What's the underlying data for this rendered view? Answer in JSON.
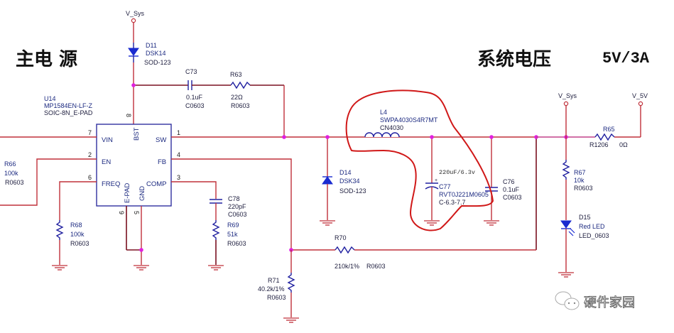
{
  "titles": {
    "left": "主电 源",
    "right_cn": "系统电压",
    "right_en": "5V/3A"
  },
  "power_ports": {
    "vsys_top": "V_Sys",
    "vsys_right": "V_Sys",
    "v5v": "V_5V"
  },
  "ic": {
    "ref": "U14",
    "part": "MP1584EN-LF-Z",
    "package": "SOIC-8N_E-PAD",
    "pins": [
      {
        "num": "7",
        "name": "VIN"
      },
      {
        "num": "2",
        "name": "EN"
      },
      {
        "num": "6",
        "name": "FREQ"
      },
      {
        "num": "1",
        "name": "SW"
      },
      {
        "num": "4",
        "name": "FB"
      },
      {
        "num": "3",
        "name": "COMP"
      },
      {
        "num": "8",
        "name": "BST"
      },
      {
        "num": "9",
        "name": "E-PAD"
      },
      {
        "num": "5",
        "name": "GND"
      }
    ]
  },
  "components": {
    "d11": {
      "ref": "D11",
      "value": "DSK14",
      "package": "SOD-123"
    },
    "c73": {
      "ref": "C73",
      "value": "0.1uF",
      "package": "C0603"
    },
    "r63": {
      "ref": "R63",
      "value": "22Ω",
      "package": "R0603"
    },
    "r66": {
      "ref": "R66",
      "value": "100k",
      "package": "R0603"
    },
    "r68": {
      "ref": "R68",
      "value": "100k",
      "package": "R0603"
    },
    "c78": {
      "ref": "C78",
      "value": "220pF",
      "package": "C0603"
    },
    "r69": {
      "ref": "R69",
      "value": "51k",
      "package": "R0603"
    },
    "l4": {
      "ref": "L4",
      "value": "SWPA4030S4R7MT",
      "package": "CN4030"
    },
    "d14": {
      "ref": "D14",
      "value": "DSK34",
      "package": "SOD-123"
    },
    "c77": {
      "ref": "C77",
      "rating": "220uF/6.3v",
      "value": "RVT0J221M0605",
      "package": "C-6.3-7.7"
    },
    "c76": {
      "ref": "C76",
      "value": "0.1uF",
      "package": "C0603"
    },
    "r65": {
      "ref": "R65",
      "value": "0Ω",
      "package": "R1206"
    },
    "r67": {
      "ref": "R67",
      "value": "10k",
      "package": "R0603"
    },
    "d15": {
      "ref": "D15",
      "value": "Red LED",
      "package": "LED_0603"
    },
    "r70": {
      "ref": "R70",
      "value": "210k/1%",
      "package": "R0603"
    },
    "r71": {
      "ref": "R71",
      "value": "40.2k/1%",
      "package": "R0603"
    }
  },
  "watermark": {
    "text": "硬件家园",
    "icon": "wechat-icon"
  },
  "colors": {
    "wire": "#c0303a",
    "component": "#2020a0",
    "junction": "#e020e0",
    "annotation": "#d01818"
  }
}
